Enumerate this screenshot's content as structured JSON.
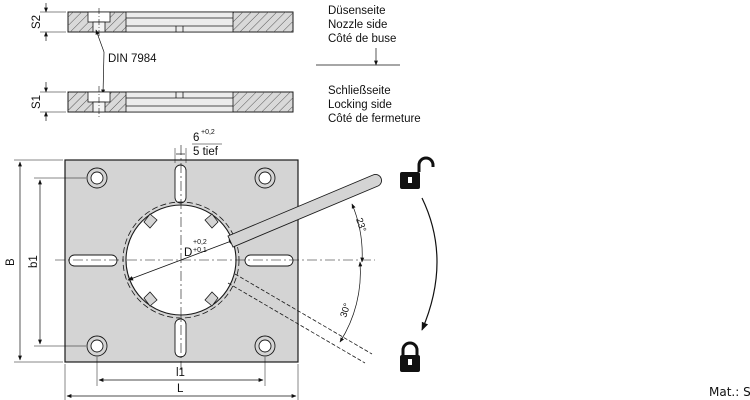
{
  "side_labels": {
    "nozzle": [
      "Düsenseite",
      "Nozzle side",
      "Côté de buse"
    ],
    "locking": [
      "Schließseite",
      "Locking side",
      "Côté de fermeture"
    ]
  },
  "section_labels": {
    "s2": "S2",
    "s1": "S1",
    "din": "DIN 7984"
  },
  "dimensions": {
    "slot_width": "6",
    "slot_width_tol": "+0,2",
    "slot_depth": "5 tief",
    "height_B": "B",
    "height_b1": "b1",
    "length_L": "L",
    "length_l1": "l1",
    "diameter": "D",
    "diameter_tol_upper": "+0,2",
    "diameter_tol_lower": "+0,1",
    "angle_lock": "23°",
    "angle_unlock": "30°"
  },
  "material": "Mat.: ST",
  "colors": {
    "plate": "#d4d4d4",
    "outline": "#1a1a1a",
    "hatch": "#555555"
  },
  "icons": [
    "padlock-locked-icon",
    "padlock-unlocked-icon"
  ]
}
